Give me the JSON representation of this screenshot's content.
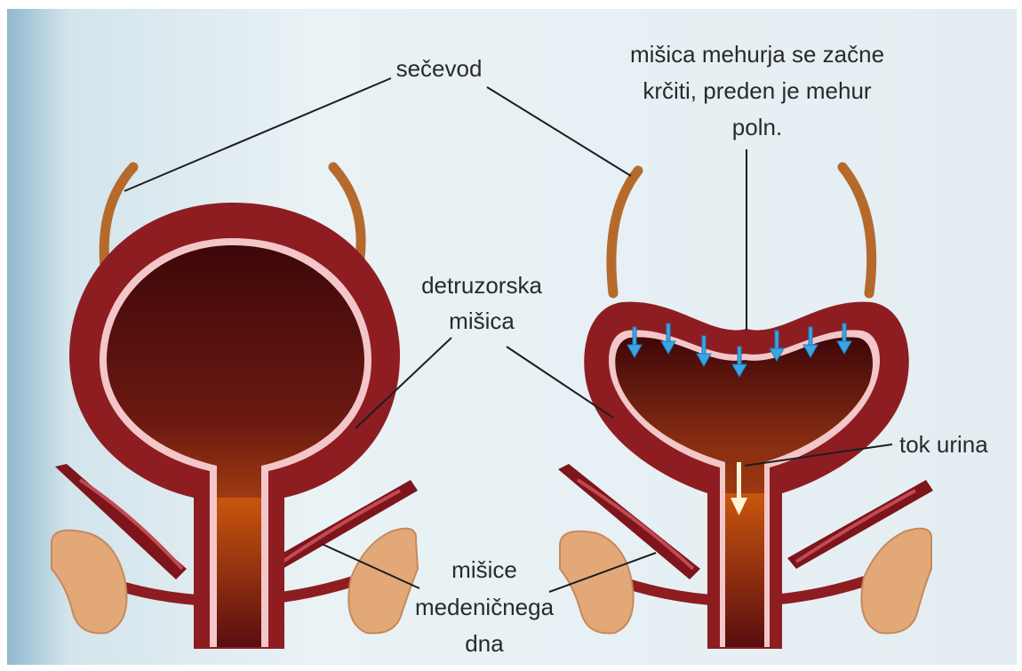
{
  "labels": {
    "ureter": "sečevod",
    "detrusor_line1": "detruzorska",
    "detrusor_line2": "mišica",
    "contraction_line1": "mišica mehurja se začne",
    "contraction_line2": "krčiti, preden je mehur",
    "contraction_line3": "poln.",
    "urine_flow": "tok urina",
    "pelvic_line1": "mišice",
    "pelvic_line2": "medeničnega",
    "pelvic_line3": "dna"
  },
  "colors": {
    "background": "#dde9ee",
    "muscle": "#8e1d22",
    "muscle_dark": "#6b1218",
    "lining": "#f3c7c9",
    "urine_top": "#4d0a0c",
    "urine_bottom": "#c2520f",
    "ureter": "#b56a2c",
    "bone": "#e3a877",
    "arrow_blue": "#3aa6e6",
    "arrow_white": "#fff6d8"
  }
}
